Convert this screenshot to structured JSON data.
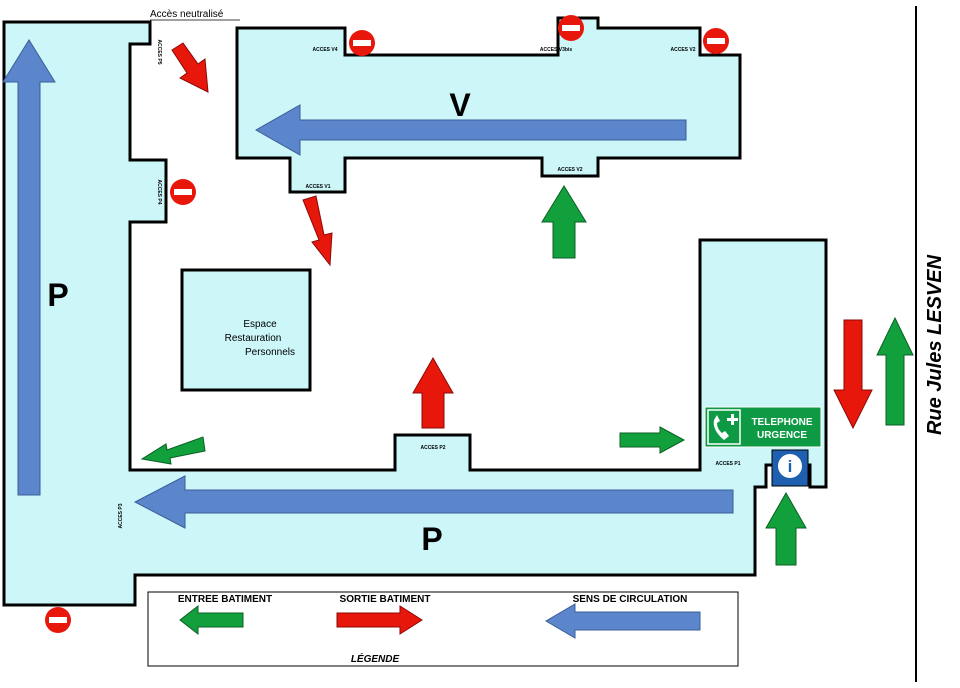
{
  "colors": {
    "building_fill": "#ccf6f8",
    "outline": "#000000",
    "entry_arrow": "#12a03c",
    "exit_arrow": "#e8170c",
    "circulation_arrow": "#5b86cc",
    "no_entry": "#e8170c",
    "phone_sign": "#0e9a45",
    "info_sign": "#1e5fb0"
  },
  "zones": {
    "v": "V",
    "p_left": "P",
    "p_bottom": "P"
  },
  "accesses": {
    "neutralized": "Accès neutralisé",
    "p5": "ACCES P5",
    "p4": "ACCES P4",
    "p3": "ACCES P3",
    "p2": "ACCES P2",
    "p1": "ACCES P1",
    "v1": "ACCES V1",
    "v2_bottom": "ACCES V2",
    "v4": "ACCES V4",
    "v3bis": "ACCES V3bis",
    "v2_top": "ACCES V2"
  },
  "room": {
    "line1": "Espace",
    "line2": "Restauration",
    "line3": "Personnels"
  },
  "emergency_phone": {
    "line1": "TELEPHONE",
    "line2": "URGENCE",
    "icon": "phone-plus-icon"
  },
  "info_sign": {
    "icon": "info-icon",
    "letter": "i"
  },
  "street": "Rue Jules LESVEN",
  "legend": {
    "title": "LÉGENDE",
    "entry": "ENTREE BATIMENT",
    "exit": "SORTIE BATIMENT",
    "circulation": "SENS DE CIRCULATION"
  }
}
